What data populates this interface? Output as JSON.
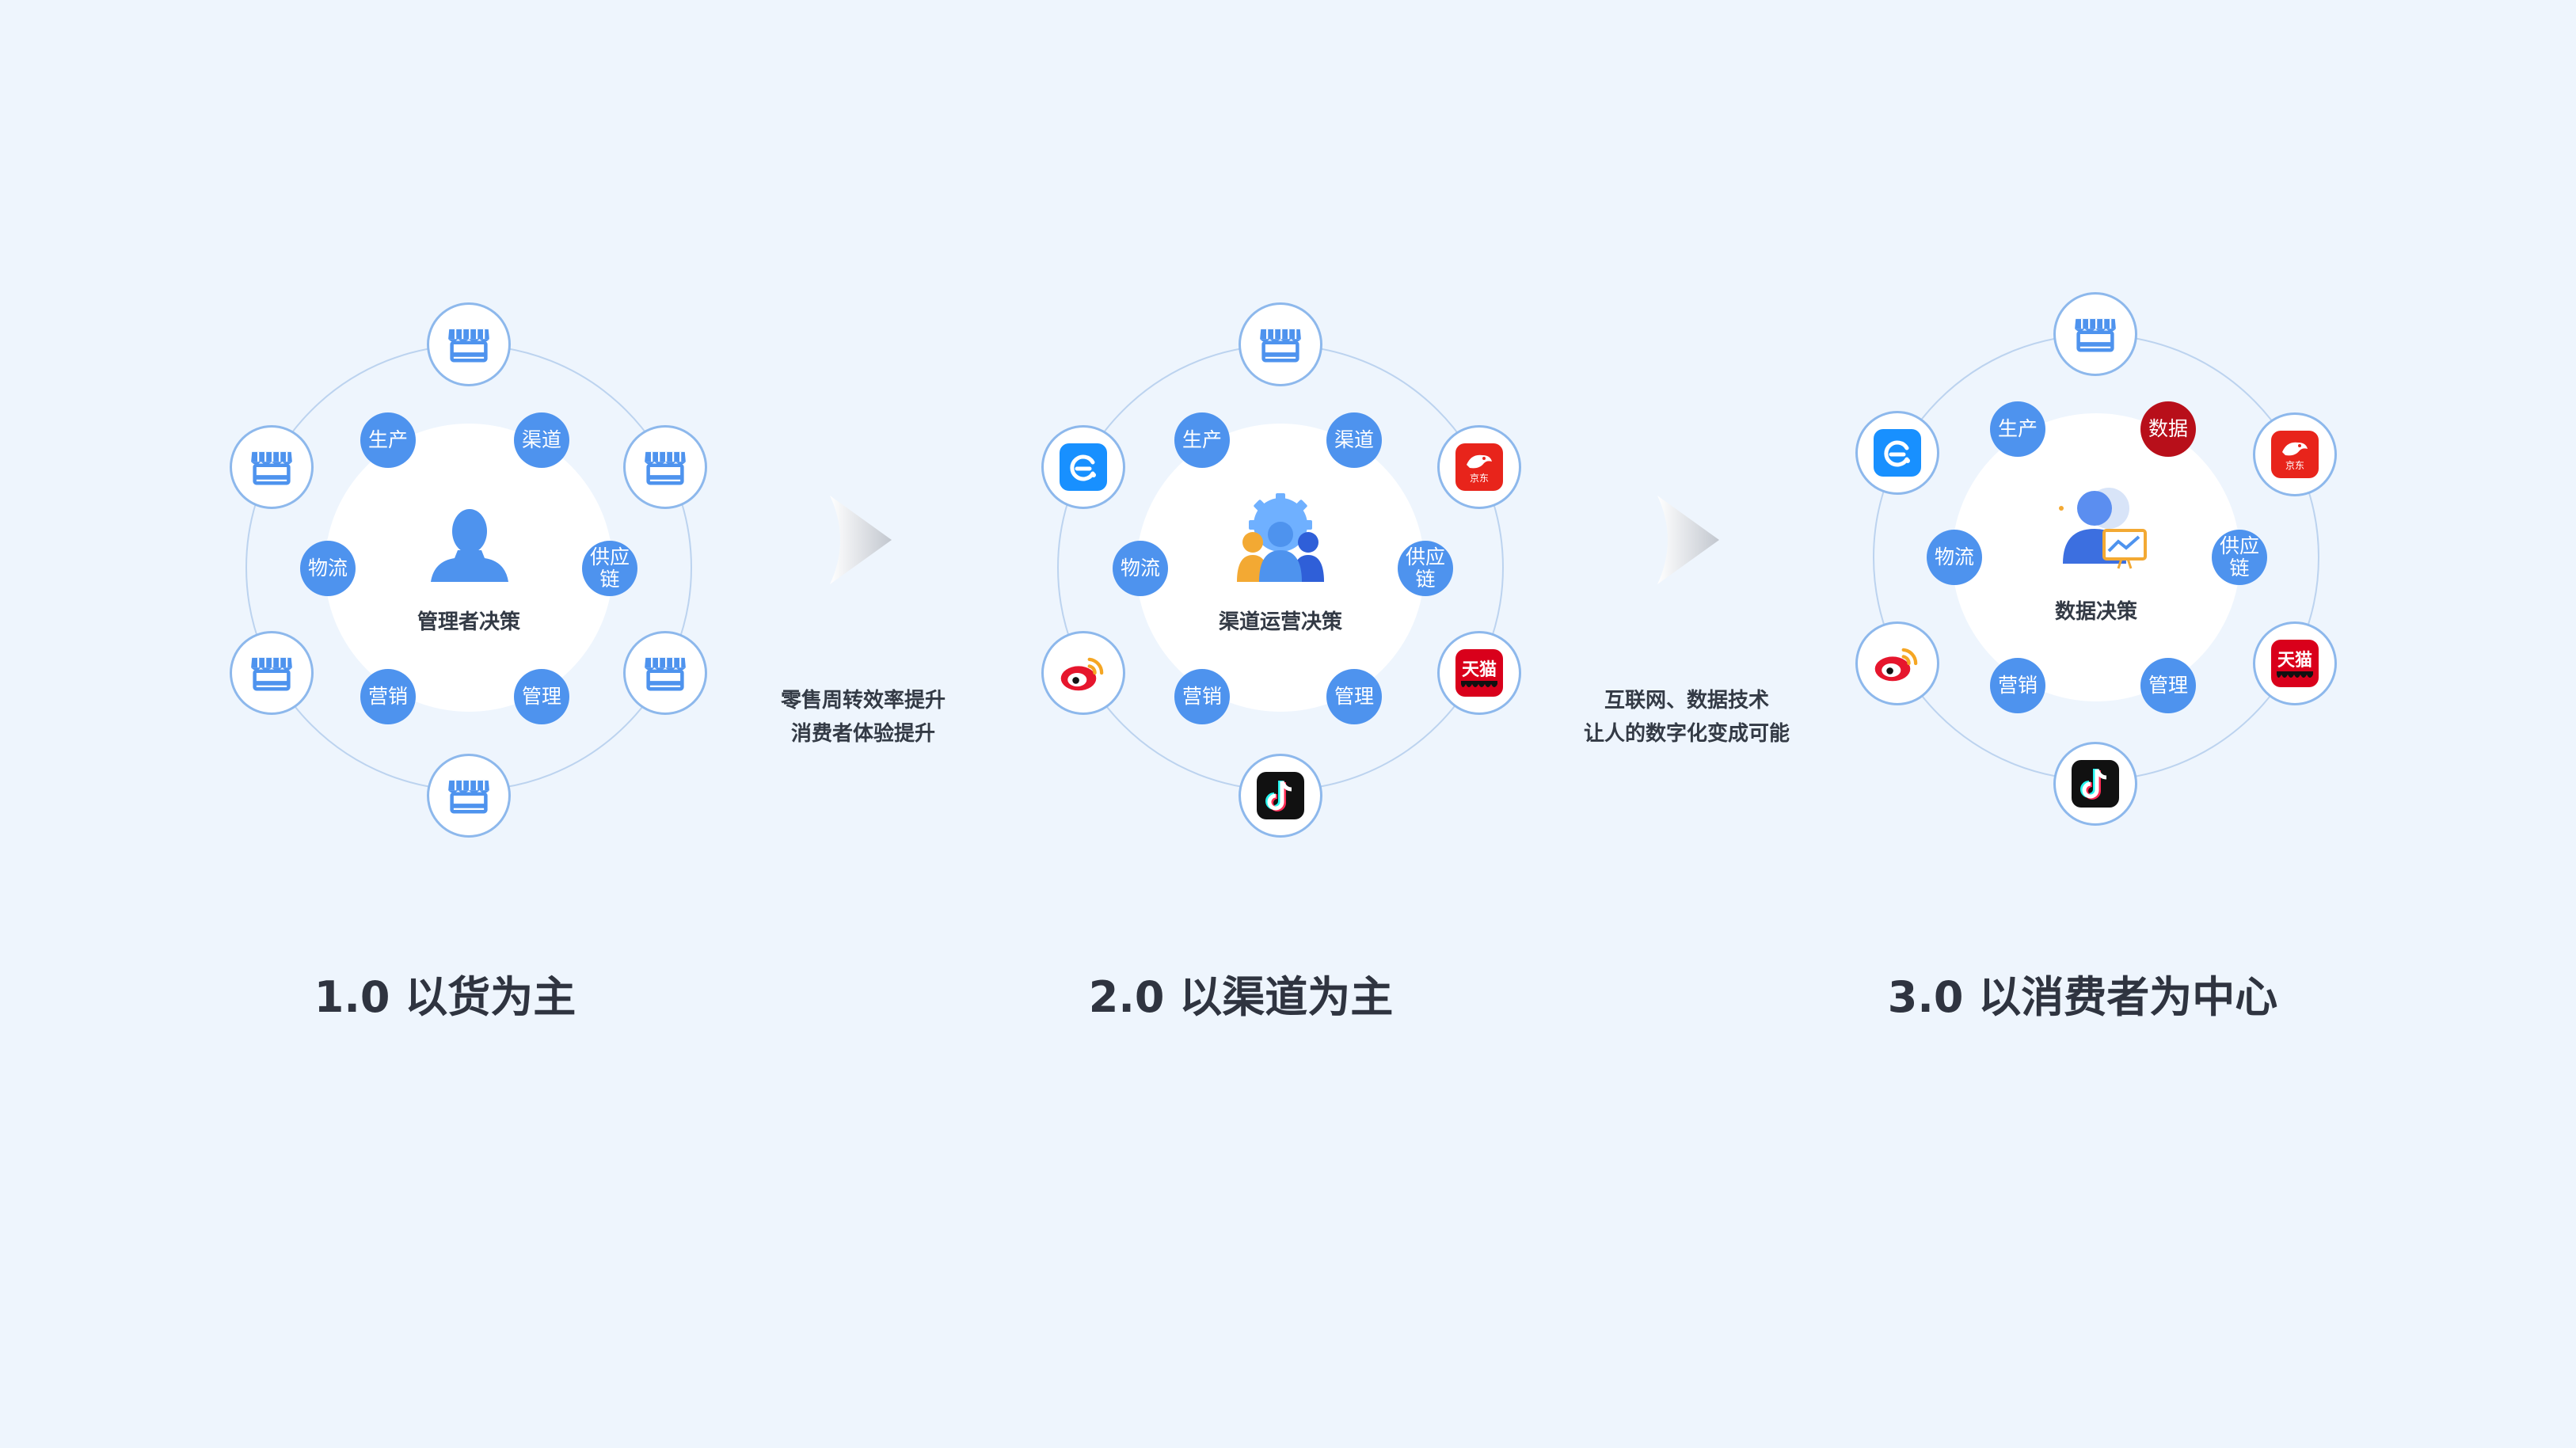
{
  "stages": [
    {
      "core_label": "管理者决策",
      "tags": [
        "生产",
        "渠道",
        "供应链",
        "管理",
        "营销",
        "物流"
      ],
      "title": "1.0 以货为主"
    },
    {
      "core_label": "渠道运营决策",
      "tags": [
        "生产",
        "渠道",
        "供应链",
        "管理",
        "营销",
        "物流"
      ],
      "title": "2.0 以渠道为主"
    },
    {
      "core_label": "数据决策",
      "tags": [
        "生产",
        "数据",
        "供应链",
        "管理",
        "营销",
        "物流"
      ],
      "title": "3.0 以消费者为中心"
    }
  ],
  "transitions": [
    {
      "line1": "零售周转效率提升",
      "line2": "消费者体验提升"
    },
    {
      "line1": "互联网、数据技术",
      "line2": "让人的数字化变成可能"
    }
  ],
  "app_labels": {
    "jd": "京东",
    "tmall": "天猫"
  },
  "colors": {
    "background": "#eef5fd",
    "accent": "#4e93ee",
    "data_tag": "#b80f1a",
    "ring": "#bcd3ef"
  },
  "icons": {
    "outer_store": "storefront-icon",
    "center_1": "person-icon",
    "center_2": "team-gear-icon",
    "center_3": "analyst-icon",
    "apps": [
      "eleme-icon",
      "jd-icon",
      "tmall-icon",
      "douyin-icon",
      "weibo-icon"
    ]
  }
}
